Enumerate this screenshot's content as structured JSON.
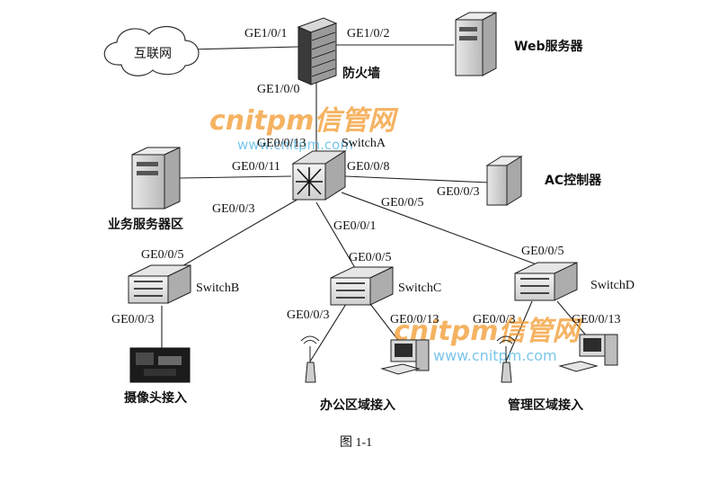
{
  "nodes": {
    "internet": "互联网",
    "firewall": "防火墙",
    "web_server": "Web服务器",
    "switch_a": "SwitchA",
    "ac_controller": "AC控制器",
    "business_server": "业务服务器区",
    "switch_b": "SwitchB",
    "switch_c": "SwitchC",
    "switch_d": "SwitchD",
    "camera_access": "摄像头接入",
    "office_access": "办公区域接入",
    "management_access": "管理区域接入"
  },
  "ports": {
    "fw_internet": "GE1/0/1",
    "fw_web": "GE1/0/2",
    "fw_down": "GE1/0/0",
    "a_up": "GE0/0/13",
    "a_left": "GE0/0/11",
    "a_right": "GE0/0/8",
    "a_to_b": "GE0/0/3",
    "a_to_c": "GE0/0/1",
    "a_to_d": "GE0/0/5",
    "ac_port": "GE0/0/3",
    "b_up": "GE0/0/5",
    "b_down": "GE0/0/3",
    "c_up": "GE0/0/5",
    "c_ap": "GE0/0/3",
    "c_pc": "GE0/0/13",
    "d_up": "GE0/0/5",
    "d_ap": "GE0/0/3",
    "d_pc": "GE0/0/13"
  },
  "caption": "图 1-1",
  "watermark": {
    "brand_1": "cnitpm信管网",
    "url_1": "www.cnitpm.com",
    "brand_2": "cnitpm信管网",
    "url_2": "www.cnitpm.com"
  },
  "colors": {
    "watermark_orange": "#f29a2e",
    "watermark_blue": "#59b8e6"
  }
}
